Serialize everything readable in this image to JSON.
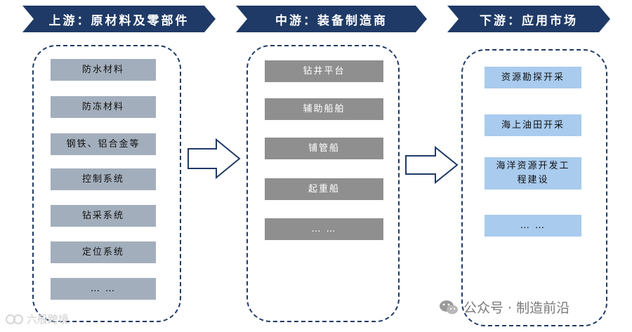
{
  "stages": {
    "upstream": {
      "title": "上游：原材料及零部件",
      "items": [
        "防水材料",
        "防冻材料",
        "钢铁、铝合金等",
        "控制系统",
        "钻采系统",
        "定位系统",
        "… …"
      ]
    },
    "midstream": {
      "title": "中游：装备制造商",
      "items": [
        "钻井平台",
        "辅助船舶",
        "铺管船",
        "起重船",
        "… …"
      ]
    },
    "downstream": {
      "title": "下游：应用市场",
      "items": [
        "资源勘探开采",
        "海上油田开采",
        "海洋资源开发工\n程建设",
        "… …"
      ]
    }
  },
  "colors": {
    "banner": "#1f3a66",
    "upstream_box": "#a3aebc",
    "midstream_box": "#8f8f8f",
    "downstream_box": "#a9cbee"
  },
  "watermarks": {
    "left": "六般跨境",
    "right": "公众号 · 制造前沿"
  }
}
